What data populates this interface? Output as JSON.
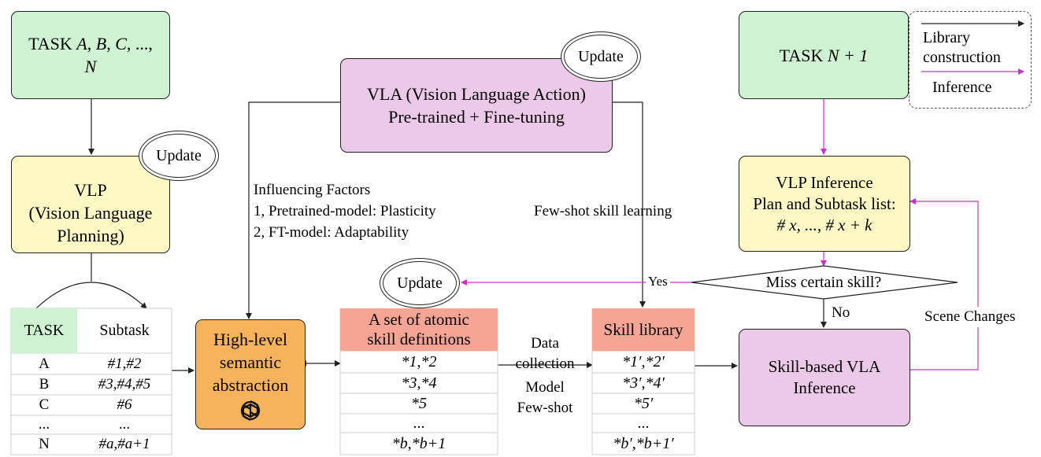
{
  "colors": {
    "task": "#cff2d2",
    "planning": "#fdf8c4",
    "vla": "#ecc9e8",
    "semantic": "#f7b35c",
    "library_header": "#f6a595",
    "library_construction_arrow": "#000000",
    "inference_arrow": "#c832c8"
  },
  "legend": {
    "library_construction": [
      "Library",
      "construction"
    ],
    "inference": "Inference"
  },
  "update_label": "Update",
  "left_task": {
    "prefix": "TASK ",
    "letters": [
      "A",
      ", ",
      "B",
      ", ",
      "C",
      ", ...,"
    ],
    "last": "N"
  },
  "vlp": {
    "lines": [
      "VLP",
      "(Vision Language",
      "Planning)"
    ]
  },
  "vla": {
    "lines": [
      "VLA (Vision Language Action)",
      "Pre-trained + Fine-tuning"
    ]
  },
  "task_table": {
    "headers": [
      "TASK",
      "Subtask"
    ],
    "rows": [
      {
        "task": "A",
        "subtask": [
          "#1",
          ", ",
          "#2"
        ]
      },
      {
        "task": "B",
        "subtask": [
          "#3",
          ", ",
          "#4",
          ", ",
          "#5"
        ]
      },
      {
        "task": "C",
        "subtask": [
          "#6"
        ]
      },
      {
        "task": "...",
        "subtask": [
          "..."
        ]
      },
      {
        "task": "N",
        "subtask": [
          "#a",
          ", ",
          "#a+1"
        ]
      }
    ]
  },
  "semantic": {
    "lines": [
      "High-level",
      "semantic",
      "abstraction"
    ],
    "icon": "openai-logo-icon"
  },
  "factors": {
    "title": "Influencing Factors",
    "items": [
      "1, Pretrained-model: Plasticity",
      "2, FT-model: Adaptability"
    ]
  },
  "atomic": {
    "header": [
      "A set of atomic",
      "skill definitions"
    ],
    "rows": [
      [
        "*1",
        ", ",
        "*2"
      ],
      [
        "*3",
        ", ",
        "*4"
      ],
      [
        "*5"
      ],
      [
        "..."
      ],
      [
        "*b",
        ", ",
        "*b+1"
      ]
    ]
  },
  "data_collection": [
    "Data",
    "collection",
    "Model",
    "Few-shot"
  ],
  "few_shot_label": "Few-shot skill learning",
  "skill_library": {
    "header": "Skill library",
    "rows": [
      [
        "*1′",
        ", ",
        "*2′"
      ],
      [
        "*3′",
        ", ",
        "*4′"
      ],
      [
        "*5′"
      ],
      [
        "..."
      ],
      [
        "*b′",
        ", ",
        "*b+1′"
      ]
    ]
  },
  "right_task": {
    "prefix": "TASK ",
    "suffix": "N + 1"
  },
  "vlp_inference": {
    "lines": [
      "VLP Inference",
      "Plan and Subtask list:"
    ],
    "range": "# x, ..., # x + k"
  },
  "decision": {
    "text": "Miss certain skill?",
    "yes": "Yes",
    "no": "No"
  },
  "scene_changes": "Scene Changes",
  "skill_vla": {
    "lines": [
      "Skill-based VLA",
      "Inference"
    ]
  }
}
